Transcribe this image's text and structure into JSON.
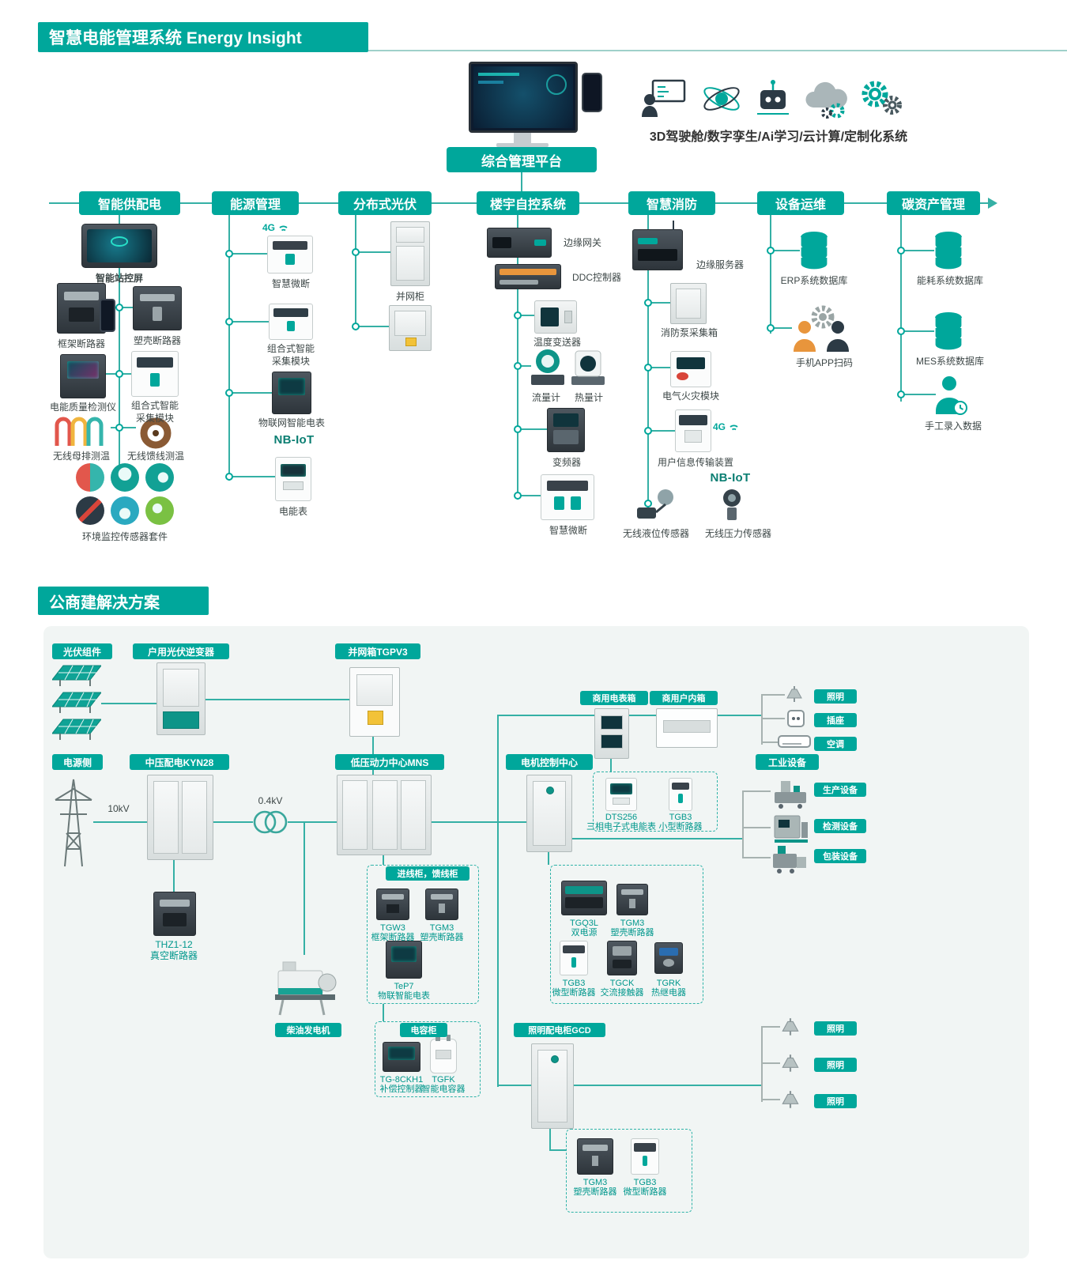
{
  "accent": "#00A79B",
  "top": {
    "title": "智慧电能管理系统 Energy Insight",
    "platform": "综合管理平台",
    "techCaption": "3D驾驶舱/数字孪生/Ai学习/云计算/定制化系统",
    "fourG": "4G",
    "nbiot": "NB-IoT",
    "headers": {
      "supply": "智能供配电",
      "energy": "能源管理",
      "pv": "分布式光伏",
      "building": "楼宇自控系统",
      "fire": "智慧消防",
      "ops": "设备运维",
      "carbon": "碳资产管理"
    },
    "labels": {
      "stationScreen": "智能站控屏",
      "frameBreaker": "框架断路器",
      "mccb": "塑壳断路器",
      "powerQuality": "电能质量检测仪",
      "comboModule": "组合式智能采集模块",
      "busTemp": "无线母排测温",
      "feederTemp": "无线馈线测温",
      "envKit": "环境监控传感器套件",
      "smartBreaker": "智慧微断",
      "iotMeter": "物联网智能电表",
      "energyMeter": "电能表",
      "gridCabinet": "并网柜",
      "edgeGateway": "边缘网关",
      "ddc": "DDC控制器",
      "tempTransmitter": "温度变送器",
      "flowMeter": "流量计",
      "heatMeter": "热量计",
      "vfd": "变频器",
      "edgeServer": "边缘服务器",
      "firePumpBox": "消防泵采集箱",
      "fireModule": "电气火灾模块",
      "userInfoDevice": "用户信息传输装置",
      "levelSensor": "无线液位传感器",
      "pressureSensor": "无线压力传感器",
      "erpDb": "ERP系统数据库",
      "appScan": "手机APP扫码",
      "energyDb": "能耗系统数据库",
      "mesDb": "MES系统数据库",
      "manualEntry": "手工录入数据"
    }
  },
  "bottom": {
    "title": "公商建解决方案",
    "labels": {
      "pvModule": "光伏组件",
      "inverter": "户用光伏逆变器",
      "gridBox": "并网箱TGPV3",
      "meterBox": "商用电表箱",
      "indoorBox": "商用户内箱",
      "lighting": "照明",
      "socket": "插座",
      "aircon": "空调",
      "powerSide": "电源侧",
      "kv10": "10kV",
      "kyn28": "中压配电KYN28",
      "kv04": "0.4kV",
      "mns": "低压动力中心MNS",
      "mcc": "电机控制中心",
      "industrial": "工业设备",
      "prodEquip": "生产设备",
      "testEquip": "检测设备",
      "packEquip": "包装设备",
      "thz1": "THZ1-12",
      "vacuumBreaker": "真空断路器",
      "incomingFeeder": "进线柜，馈线柜",
      "tgw3": "TGW3",
      "frameBreaker": "框架断路器",
      "tgm3": "TGM3",
      "mccb": "塑壳断路器",
      "tep7": "TeP7",
      "iotMeter": "物联智能电表",
      "dts256": "DTS256",
      "threePhaseMeter": "三相电子式电能表",
      "tgb3": "TGB3",
      "miniBreaker": "小型断路器",
      "tgq3l": "TGQ3L",
      "dualPower": "双电源",
      "microBreaker": "微型断路器",
      "tgck": "TGCK",
      "acContactor": "交流接触器",
      "tgrk": "TGRK",
      "thermalRelay": "热继电器",
      "diesel": "柴油发电机",
      "capCabinet": "电容柜",
      "tg8ckh1": "TG-8CKH1",
      "compController": "补偿控制器",
      "tgfk": "TGFK",
      "smartCap": "智能电容器",
      "gcd": "照明配电柜GCD"
    }
  }
}
